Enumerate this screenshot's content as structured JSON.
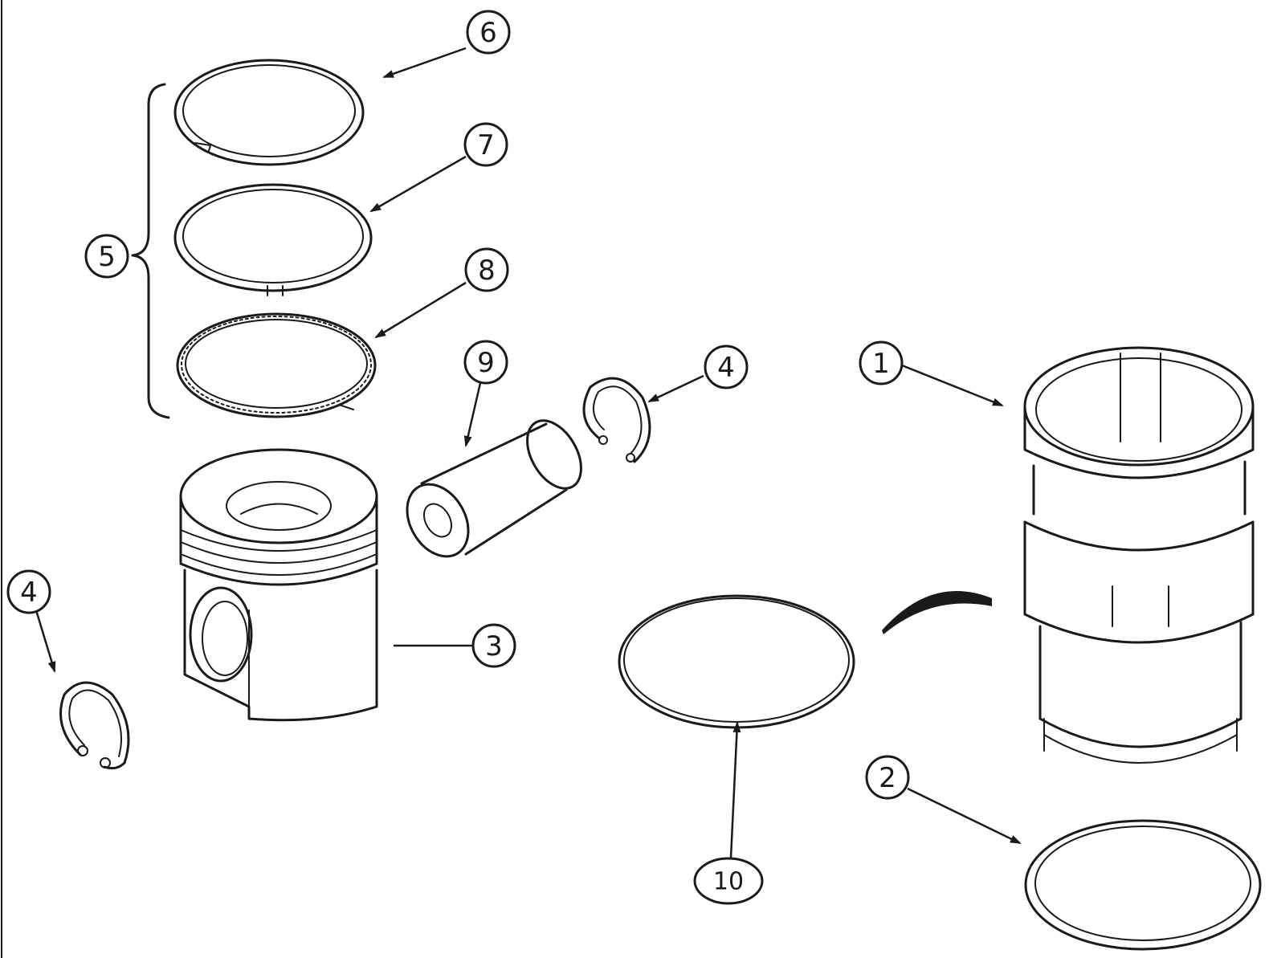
{
  "callouts": {
    "c1": "1",
    "c2": "2",
    "c3": "3",
    "c4a": "4",
    "c4b": "4",
    "c5": "5",
    "c6": "6",
    "c7": "7",
    "c8": "8",
    "c9": "9",
    "c10": "10"
  },
  "colors": {
    "ink": "#1a1a1a",
    "background": "#ffffff"
  }
}
